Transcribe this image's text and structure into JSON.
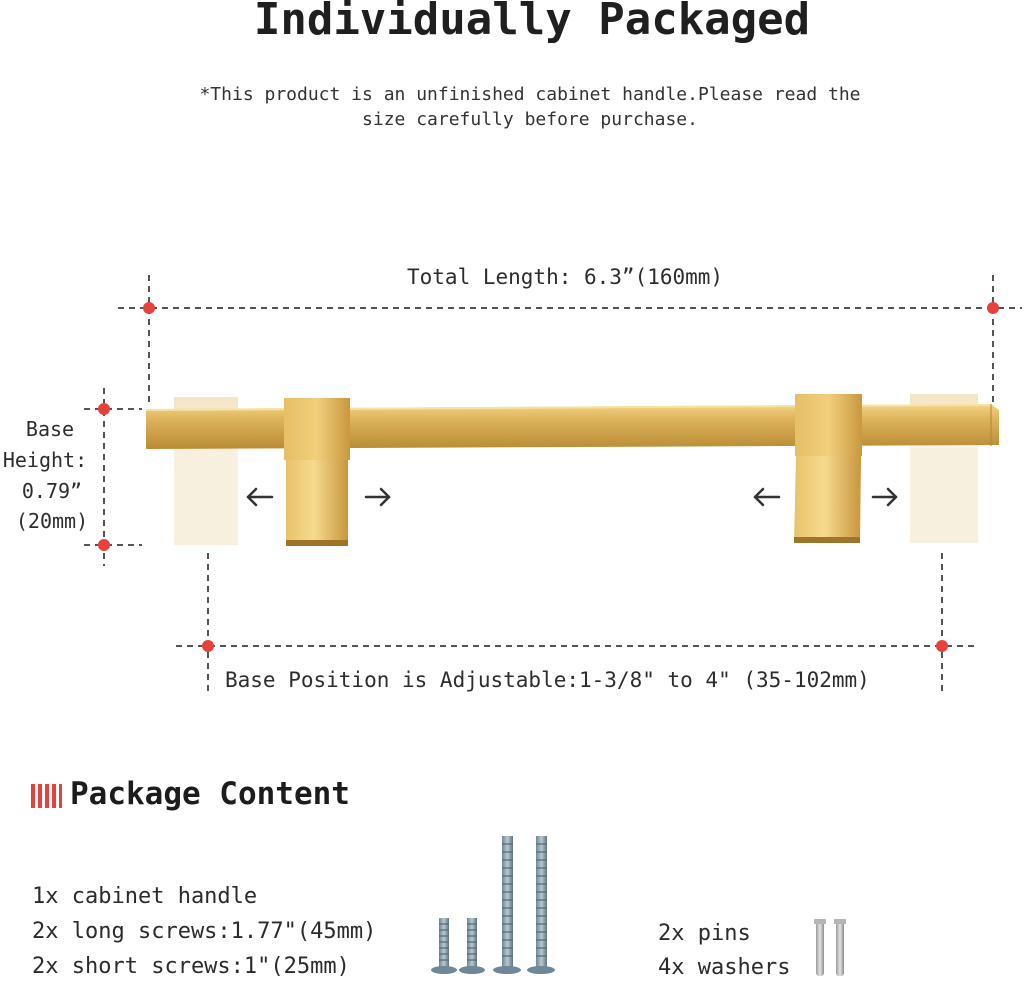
{
  "header": {
    "title": "Individually Packaged",
    "note_line1": "*This product is an unfinished cabinet handle.Please read the",
    "note_line2": "size carefully before purchase."
  },
  "dimensions": {
    "total_length": "Total Length: 6.3”(160mm)",
    "base_height_lines": [
      "Base",
      "Height:",
      "0.79”",
      "(20mm)"
    ],
    "base_position": "Base Position is Adjustable:1-3/8\" to 4\" (35-102mm)"
  },
  "package": {
    "title": "Package Content",
    "items": [
      "1x cabinet handle",
      "2x long screws:1.77\"(45mm)",
      "2x short screws:1\"(25mm)",
      "2x pins",
      "4x washers"
    ]
  },
  "colors": {
    "gold": "#d7ab52",
    "marker_red": "#e8413c",
    "dash_gray": "#555555"
  }
}
